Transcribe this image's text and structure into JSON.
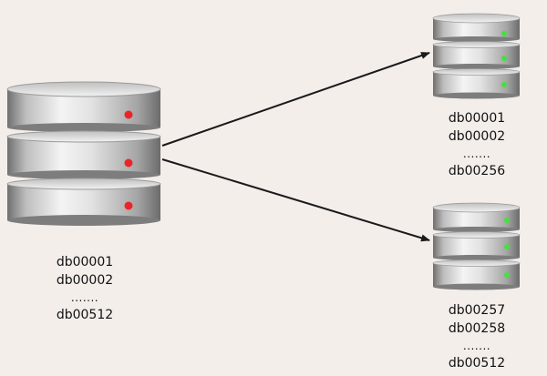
{
  "colors": {
    "background": "#f4eeeb",
    "disk_light": "#eeeeee",
    "disk_dark": "#8a8a8a",
    "source_indicator": "#e8262a",
    "target_indicator": "#45e041",
    "arrow": "#1a1a1a"
  },
  "source": {
    "labels": [
      "db00001",
      "db00002",
      ".......",
      "db00512"
    ]
  },
  "target_top": {
    "labels": [
      "db00001",
      "db00002",
      ".......",
      "db00256"
    ]
  },
  "target_bottom": {
    "labels": [
      "db00257",
      "db00258",
      ".......",
      "db00512"
    ]
  }
}
